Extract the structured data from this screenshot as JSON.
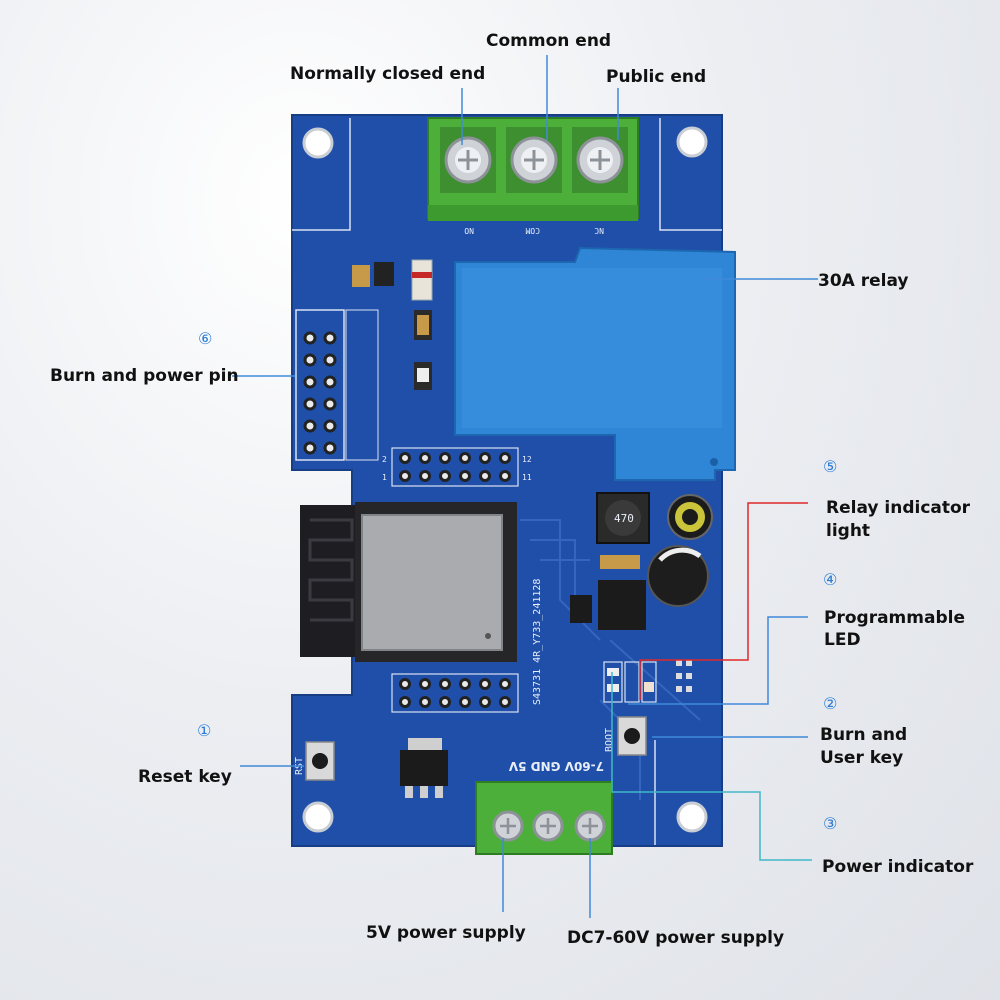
{
  "labels": {
    "common_end": "Common end",
    "normally_closed_end": "Normally closed end",
    "public_end": "Public end",
    "relay_30a": "30A relay",
    "burn_power_pin": "Burn and power pin",
    "relay_indicator_1": "Relay indicator",
    "relay_indicator_2": "light",
    "programmable_led_1": "Programmable",
    "programmable_led_2": "LED",
    "burn_user_key_1": "Burn and",
    "burn_user_key_2": "User key",
    "reset_key": "Reset key",
    "power_indicator": "Power indicator",
    "supply_5v": "5V power supply",
    "supply_dc": "DC7-60V power supply"
  },
  "markers": {
    "m1": "①",
    "m2": "②",
    "m3": "③",
    "m4": "④",
    "m5": "⑤",
    "m6": "⑥"
  },
  "silkscreen": {
    "terminal_no": "NO",
    "terminal_com": "COM",
    "terminal_nc": "NC",
    "model": "S43731 4R_Y733_241128",
    "power_terminal": "7-60V GND 5V",
    "rst": "RST",
    "boot": "BOOT",
    "inductor": "470",
    "pin12": "12",
    "pin11": "11",
    "pin2": "2",
    "pin1": "1"
  },
  "colors": {
    "pcb": "#1f4fa8",
    "relay": "#2f86d6",
    "terminal": "#4caf3a",
    "leader_blue": "#3f8ad8",
    "leader_red": "#e0282a",
    "leader_cyan": "#40b8c8"
  }
}
